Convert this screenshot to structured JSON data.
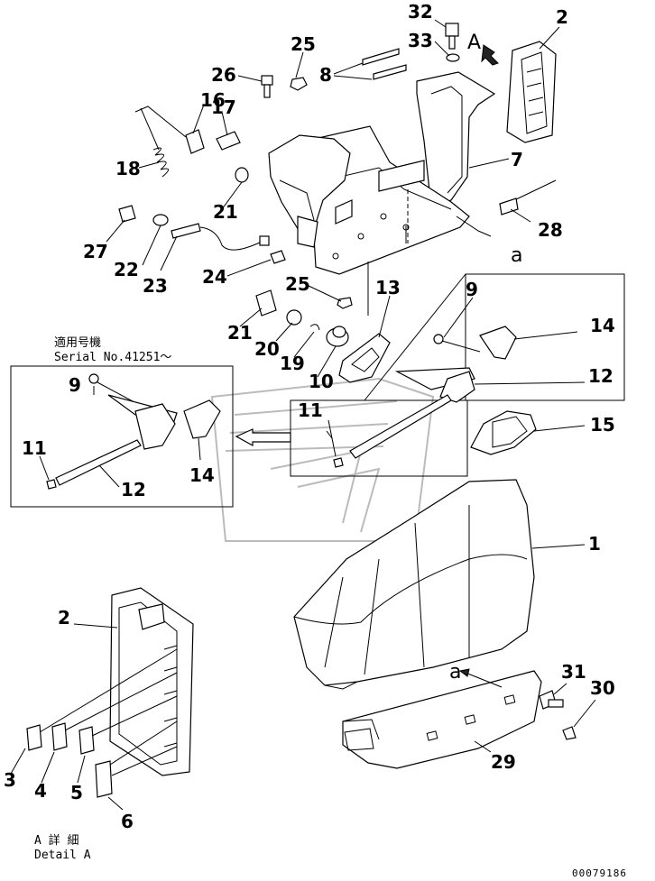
{
  "labels": {
    "p1": "1",
    "p2": "2",
    "p2b": "2",
    "p3": "3",
    "p4": "4",
    "p5": "5",
    "p6": "6",
    "p7": "7",
    "p8": "8",
    "p9": "9",
    "p9b": "9",
    "p10": "10",
    "p11": "11",
    "p11b": "11",
    "p12": "12",
    "p12b": "12",
    "p13": "13",
    "p14": "14",
    "p14b": "14",
    "p15": "15",
    "p16": "16",
    "p17": "17",
    "p18": "18",
    "p19": "19",
    "p20": "20",
    "p21": "21",
    "p21b": "21",
    "p22": "22",
    "p23": "23",
    "p24": "24",
    "p25": "25",
    "p25b": "25",
    "p26": "26",
    "p27": "27",
    "p28": "28",
    "p29": "29",
    "p30": "30",
    "p31": "31",
    "p32": "32",
    "p33": "33"
  },
  "view_markers": {
    "a_top": "A",
    "a_small": "a",
    "a_small_b": "a"
  },
  "serial_note": {
    "jp": "適用号機",
    "en": "Serial No.41251〜"
  },
  "detail_note": {
    "jp": "A 詳 細",
    "en": "Detail A"
  },
  "drawing_number": "00079186"
}
